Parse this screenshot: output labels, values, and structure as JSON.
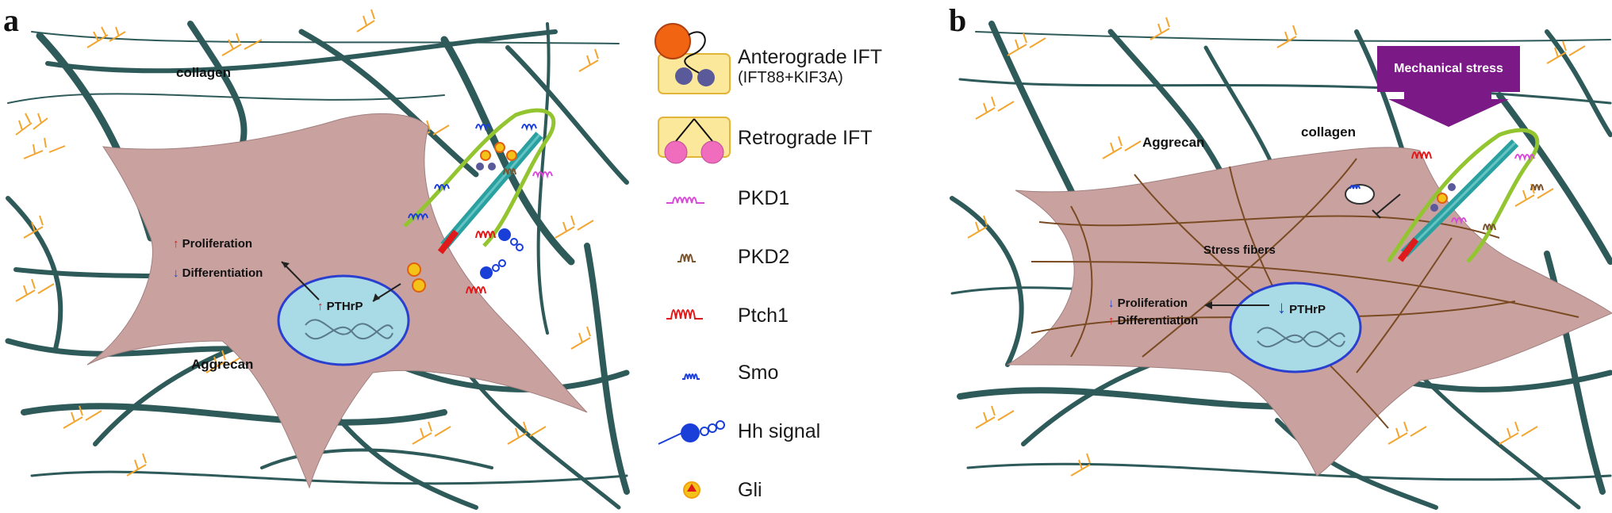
{
  "panel_a": {
    "letter": "a",
    "collagen": "collagen",
    "aggrecan": "Aggrecan",
    "proliferation": "Proliferation",
    "differentiation": "Differentiation",
    "pthrp": "PTHrP",
    "arrow_up": "↑",
    "arrow_down": "↓"
  },
  "legend": {
    "anterograde_line1": "Anterograde IFT",
    "anterograde_line2": "(IFT88+KIF3A)",
    "retrograde": "Retrograde IFT",
    "pkd1": "PKD1",
    "pkd2": "PKD2",
    "ptch1": "Ptch1",
    "smo": "Smo",
    "hh_signal": "Hh signal",
    "gli": "Gli"
  },
  "panel_b": {
    "letter": "b",
    "mechanical_stress": "Mechanical stress",
    "aggrecan": "Aggrecan",
    "collagen": "collagen",
    "stress_fibers": "Stress fibers",
    "proliferation": "Proliferation",
    "differentiation": "Differentiation",
    "pthrp": "PTHrP",
    "arrow_up": "↑",
    "arrow_down": "↓"
  },
  "colors": {
    "cell": "#c9a2a0",
    "collagen_fiber": "#2e5a5a",
    "aggrecan": "#f2a630",
    "nucleus": "#a9dbe6",
    "nucleus_border": "#2a3fcf",
    "cilium_membrane": "#93c531",
    "axoneme": "#2aa0a0",
    "stress_box": "#7b1a86",
    "stress_fiber": "#7a4a22"
  }
}
